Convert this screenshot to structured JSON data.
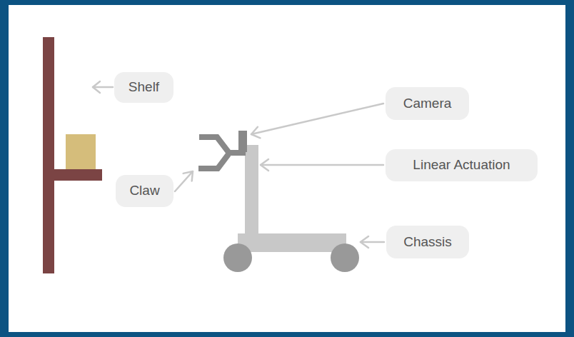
{
  "diagram": {
    "nodes": [
      {
        "text": [
          "Shelf"
        ]
      },
      {
        "text": [
          "Camera"
        ]
      },
      {
        "text": [
          "Linear Actuation"
        ]
      },
      {
        "text": [
          "Claw"
        ]
      },
      {
        "text": [
          "Chassis"
        ]
      }
    ]
  }
}
